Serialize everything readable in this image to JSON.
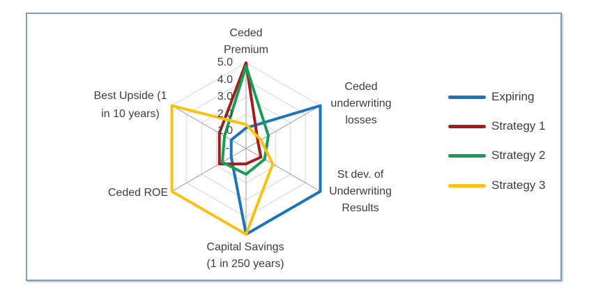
{
  "chart_data": {
    "type": "radar",
    "categories": [
      "Ceded Premium",
      "Ceded underwriting losses",
      "St dev. of Underwriting Results",
      "Capital Savings (1 in 250 years)",
      "Ceded ROE",
      "Best Upside (1 in 10 years)"
    ],
    "axis_label_lines": {
      "top": [
        "Ceded",
        "Premium"
      ],
      "upper_right": [
        "Ceded",
        "underwriting",
        "losses"
      ],
      "lower_right": [
        "St dev. of",
        "Underwriting",
        "Results"
      ],
      "bottom": [
        "Capital Savings",
        "(1 in 250 years)"
      ],
      "lower_left": [
        "Ceded ROE"
      ],
      "upper_left": [
        "Best Upside (1",
        "in 10 years)"
      ]
    },
    "series": [
      {
        "name": "Expiring",
        "color": "#1B75BC",
        "values": [
          1.2,
          5.0,
          5.0,
          5.0,
          1.0,
          1.0
        ]
      },
      {
        "name": "Strategy 1",
        "color": "#A31D1D",
        "values": [
          5.0,
          0.8,
          1.0,
          0.9,
          1.8,
          1.8
        ]
      },
      {
        "name": "Strategy 2",
        "color": "#179E54",
        "values": [
          4.8,
          1.5,
          1.25,
          1.5,
          1.6,
          1.45
        ]
      },
      {
        "name": "Strategy 3",
        "color": "#FEC110",
        "values": [
          1.4,
          1.0,
          1.8,
          5.0,
          5.0,
          5.0
        ]
      }
    ],
    "rmin": 0,
    "rmax": 5,
    "tick_step": 1,
    "ticks": [
      "5.0",
      "4.0",
      "3.0",
      "2.0",
      "1.0",
      "-"
    ],
    "grid": true,
    "legend_position": "right",
    "colors": {
      "grid_ring": "#D6D6D6",
      "spoke": "#9B9B9B",
      "frame_border": "#7E9DC8",
      "text": "#3D3D3D"
    }
  }
}
